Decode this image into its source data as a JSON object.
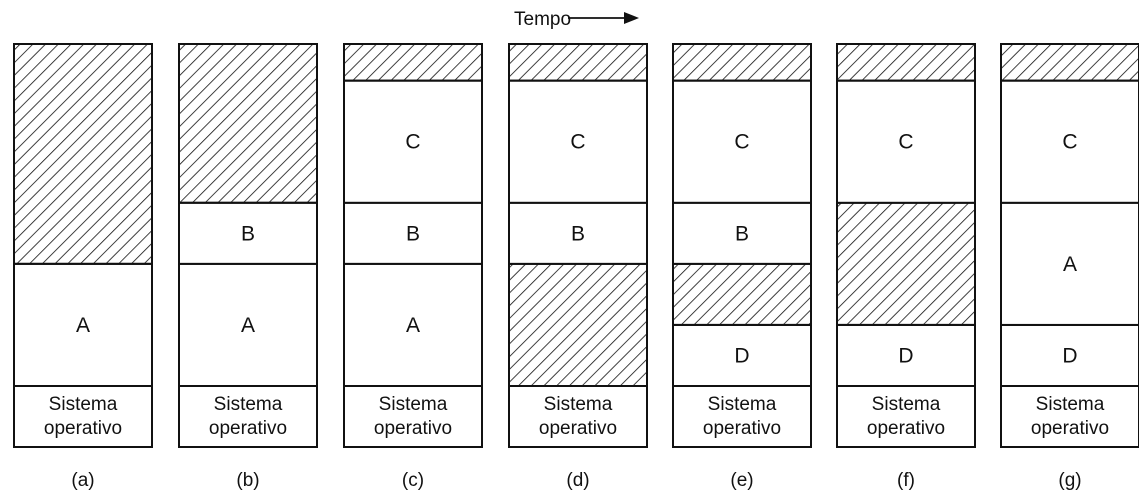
{
  "time_axis": {
    "label": "Tempo"
  },
  "os_label": [
    "Sistema",
    "operativo"
  ],
  "colors": {
    "stroke": "#111111",
    "hatch": "#111111",
    "background": "#ffffff"
  },
  "columns": [
    {
      "caption": "(a)",
      "segments": [
        {
          "label": "A",
          "units": 2,
          "type": "process"
        },
        {
          "label": "",
          "units": 4,
          "type": "free"
        }
      ]
    },
    {
      "caption": "(b)",
      "segments": [
        {
          "label": "A",
          "units": 2,
          "type": "process"
        },
        {
          "label": "B",
          "units": 1,
          "type": "process"
        },
        {
          "label": "",
          "units": 3,
          "type": "free"
        }
      ]
    },
    {
      "caption": "(c)",
      "segments": [
        {
          "label": "A",
          "units": 2,
          "type": "process"
        },
        {
          "label": "B",
          "units": 1,
          "type": "process"
        },
        {
          "label": "C",
          "units": 2,
          "type": "process"
        },
        {
          "label": "",
          "units": 0.6,
          "type": "free"
        }
      ]
    },
    {
      "caption": "(d)",
      "segments": [
        {
          "label": "",
          "units": 2,
          "type": "free"
        },
        {
          "label": "B",
          "units": 1,
          "type": "process"
        },
        {
          "label": "C",
          "units": 2,
          "type": "process"
        },
        {
          "label": "",
          "units": 0.6,
          "type": "free"
        }
      ]
    },
    {
      "caption": "(e)",
      "segments": [
        {
          "label": "D",
          "units": 1,
          "type": "process"
        },
        {
          "label": "",
          "units": 1,
          "type": "free"
        },
        {
          "label": "B",
          "units": 1,
          "type": "process"
        },
        {
          "label": "C",
          "units": 2,
          "type": "process"
        },
        {
          "label": "",
          "units": 0.6,
          "type": "free"
        }
      ]
    },
    {
      "caption": "(f)",
      "segments": [
        {
          "label": "D",
          "units": 1,
          "type": "process"
        },
        {
          "label": "",
          "units": 2,
          "type": "free"
        },
        {
          "label": "C",
          "units": 2,
          "type": "process"
        },
        {
          "label": "",
          "units": 0.6,
          "type": "free"
        }
      ]
    },
    {
      "caption": "(g)",
      "segments": [
        {
          "label": "D",
          "units": 1,
          "type": "process"
        },
        {
          "label": "A",
          "units": 2,
          "type": "process"
        },
        {
          "label": "C",
          "units": 2,
          "type": "process"
        },
        {
          "label": "",
          "units": 0.6,
          "type": "free"
        }
      ]
    }
  ]
}
